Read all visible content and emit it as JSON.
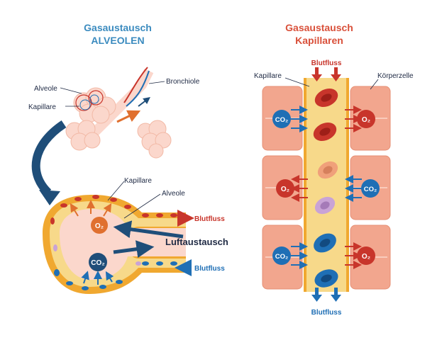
{
  "left": {
    "title_line1": "Gasaustausch",
    "title_line2": "ALVEOLEN",
    "labels": {
      "alveole_top": "Alveole",
      "kapillare_top": "Kapillare",
      "bronchiole": "Bronchiole",
      "kapillare_zoom": "Kapillare",
      "alveole_zoom": "Alveole",
      "blutfluss_out": "Blutfluss",
      "luftaustausch": "Luftaustausch",
      "blutfluss_in": "Blutfluss"
    },
    "o2": "O₂",
    "co2": "CO₂"
  },
  "right": {
    "title_line1": "Gasaustausch",
    "title_line2": "Kapillaren",
    "labels": {
      "blutfluss_top": "Blutfluss",
      "kapillare": "Kapillare",
      "koerperzelle": "Körperzelle",
      "blutfluss_bottom": "Blutfluss"
    },
    "co2_1": "CO₂",
    "o2_1": "O₂",
    "o2_2": "O₂",
    "co2_2": "CO₂",
    "co2_3": "CO₂",
    "o2_3": "O₂"
  },
  "colors": {
    "title_left": "#3b8bbf",
    "title_right": "#d9503a",
    "label_dark": "#1f2a44",
    "oxygen_red": "#c8352b",
    "co2_blue": "#1f6fb5",
    "capillary_yellow": "#f7d98a",
    "capillary_border": "#f0a830",
    "cell_fill": "#f2a68e",
    "alveolus_fill": "#fbd7cc"
  }
}
